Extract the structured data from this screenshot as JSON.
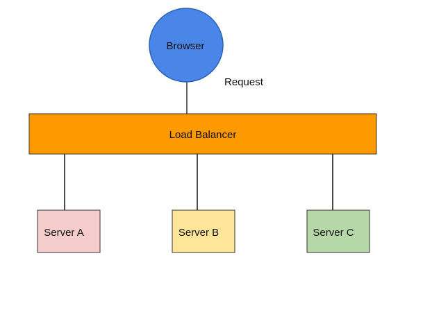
{
  "nodes": {
    "browser": {
      "label": "Browser",
      "fill": "#4a86e8",
      "stroke": "#2b5fb4"
    },
    "load_balancer": {
      "label": "Load Balancer",
      "fill": "#ff9900",
      "stroke": "#333333"
    },
    "servers": [
      {
        "label": "Server A",
        "fill": "#f4cccc",
        "stroke": "#333333"
      },
      {
        "label": "Server B",
        "fill": "#ffe599",
        "stroke": "#333333"
      },
      {
        "label": "Server C",
        "fill": "#b6d7a8",
        "stroke": "#333333"
      }
    ]
  },
  "edges": {
    "request_label": "Request",
    "line_color": "#000000"
  }
}
